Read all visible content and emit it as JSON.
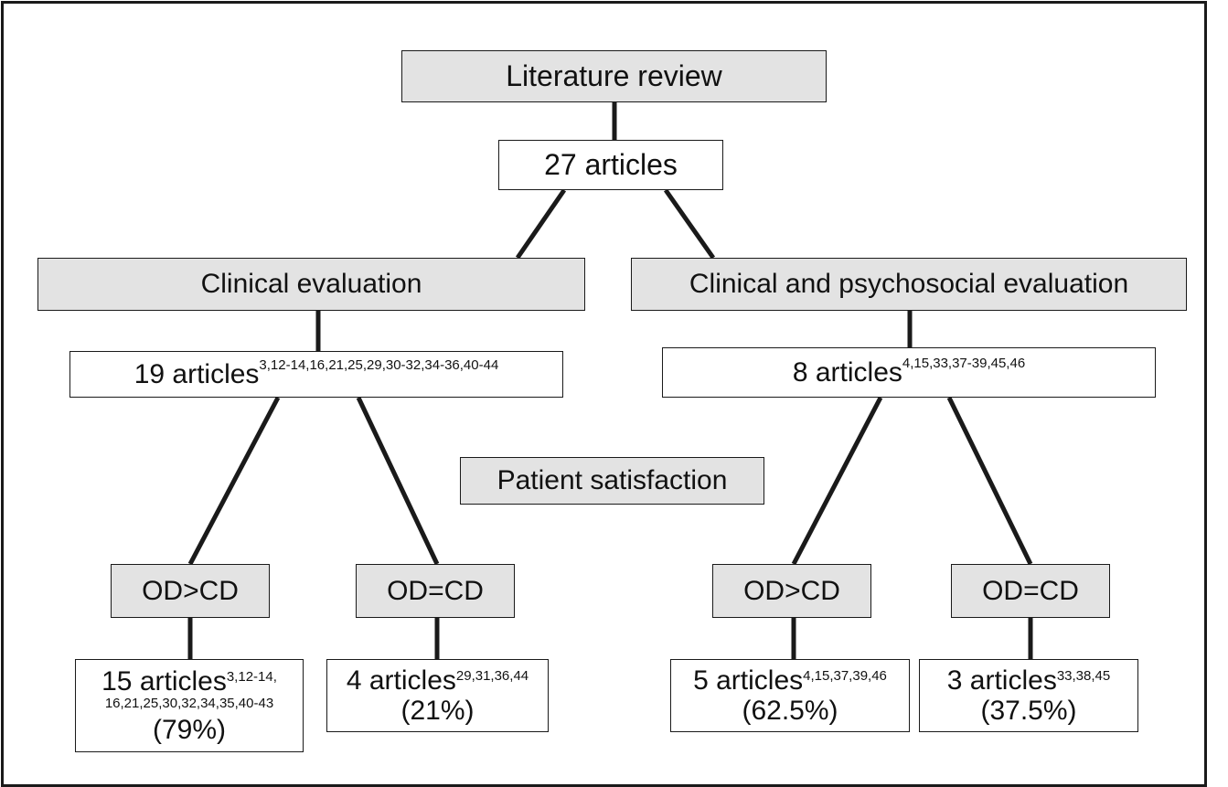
{
  "root": {
    "title": "Literature review",
    "count": "27 articles"
  },
  "patient_satisfaction": "Patient satisfaction",
  "left": {
    "title": "Clinical evaluation",
    "count": "19 articles",
    "count_refs": "3,12-14,16,21,25,29,30-32,34-36,40-44",
    "od_gt": {
      "label": "OD>CD",
      "count": "15 articles",
      "refs_line1": "3,12-14,",
      "refs_line2": "16,21,25,30,32,34,35,40-43",
      "pct": "(79%)"
    },
    "od_eq": {
      "label": "OD=CD",
      "count": "4 articles",
      "refs": "29,31,36,44",
      "pct": "(21%)"
    }
  },
  "right": {
    "title": "Clinical and psychosocial evaluation",
    "count": "8 articles",
    "count_refs": "4,15,33,37-39,45,46",
    "od_gt": {
      "label": "OD>CD",
      "count": "5 articles",
      "refs": "4,15,37,39,46",
      "pct": "(62.5%)"
    },
    "od_eq": {
      "label": "OD=CD",
      "count": "3 articles",
      "refs": "33,38,45",
      "pct": "(37.5%)"
    }
  }
}
